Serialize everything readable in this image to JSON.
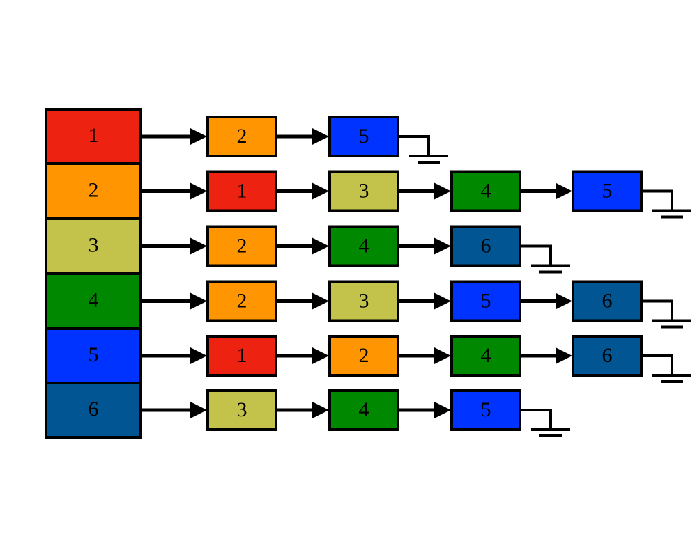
{
  "colors": {
    "1": "#ee2211",
    "2": "#ff9500",
    "3": "#c3c34c",
    "4": "#008800",
    "5": "#0033ff",
    "6": "#005592"
  },
  "adjacency_list": [
    {
      "vertex": "1",
      "neighbors": [
        "2",
        "5"
      ]
    },
    {
      "vertex": "2",
      "neighbors": [
        "1",
        "3",
        "4",
        "5"
      ]
    },
    {
      "vertex": "3",
      "neighbors": [
        "2",
        "4",
        "6"
      ]
    },
    {
      "vertex": "4",
      "neighbors": [
        "2",
        "3",
        "5",
        "6"
      ]
    },
    {
      "vertex": "5",
      "neighbors": [
        "1",
        "2",
        "4",
        "6"
      ]
    },
    {
      "vertex": "6",
      "neighbors": [
        "3",
        "4",
        "5"
      ]
    }
  ]
}
